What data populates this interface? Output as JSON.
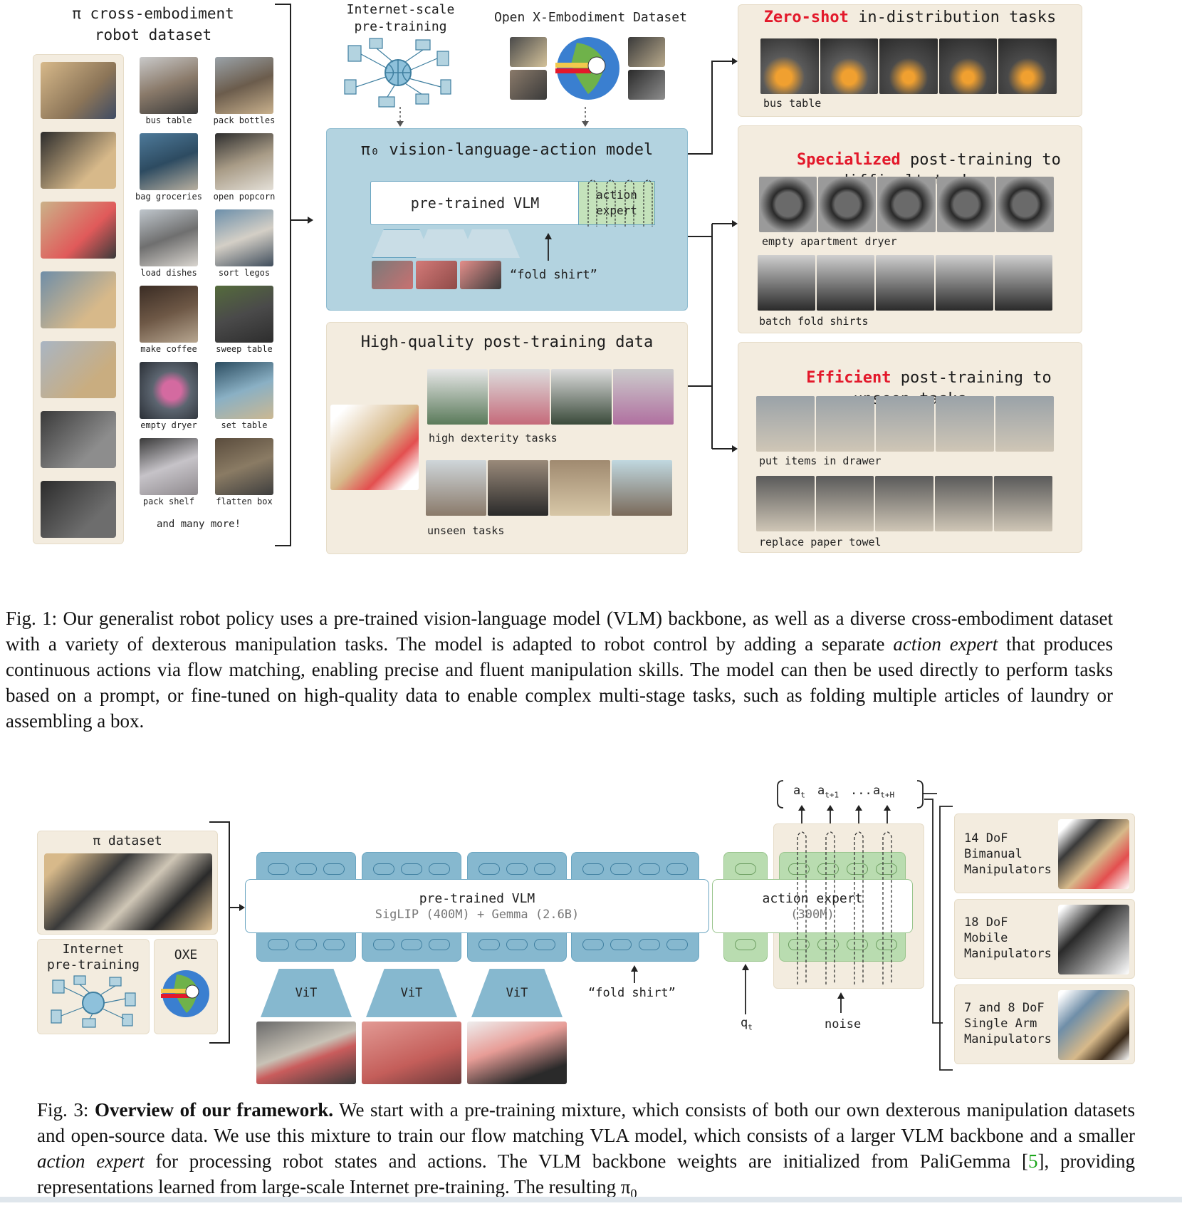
{
  "fig1": {
    "dataset_title": "π cross-embodiment\nrobot dataset",
    "internet_label": "Internet-scale\npre-training",
    "oxe_label": "Open X-Embodiment Dataset",
    "model_title": "π₀ vision-language-action model",
    "vlm_label": "pre-trained VLM",
    "action_expert_label": "action\nexpert",
    "fold_shirt": "“fold shirt”",
    "hq_title": "High-quality post-training data",
    "hq_row1": "high dexterity tasks",
    "hq_row2": "unseen tasks",
    "tasks": [
      {
        "label": "bus table"
      },
      {
        "label": "pack bottles"
      },
      {
        "label": "bag groceries"
      },
      {
        "label": "open popcorn"
      },
      {
        "label": "load dishes"
      },
      {
        "label": "sort legos"
      },
      {
        "label": "make coffee"
      },
      {
        "label": "sweep table"
      },
      {
        "label": "empty dryer"
      },
      {
        "label": "set table"
      },
      {
        "label": "pack shelf"
      },
      {
        "label": "flatten box"
      }
    ],
    "many_more": "and many more!",
    "zero_shot": {
      "highlight": "Zero-shot",
      "rest": " in-distribution tasks",
      "row": "bus table"
    },
    "specialized": {
      "highlight": "Specialized",
      "rest": " post-training to\ndifficult tasks",
      "row1": "empty apartment dryer",
      "row2": "batch fold shirts"
    },
    "efficient": {
      "highlight": "Efficient",
      "rest": " post-training to\nunseen tasks",
      "row1": "put items in drawer",
      "row2": "replace paper towel"
    },
    "caption_prefix": "Fig. 1: Our generalist robot policy uses a pre-trained vision-language model (VLM) backbone, as well as a diverse cross-embodiment dataset with a variety of dexterous manipulation tasks. The model is adapted to robot control by adding a separate ",
    "caption_italic": "action expert",
    "caption_suffix": " that produces continuous actions via flow matching, enabling precise and fluent manipulation skills. The model can then be used directly to perform tasks based on a prompt, or fine-tuned on high-quality data to enable complex multi-stage tasks, such as folding multiple articles of laundry or assembling a box."
  },
  "fig3": {
    "pi_dataset": "π dataset",
    "internet": "Internet\npre-training",
    "oxe": "OXE",
    "vlm_title": "pre-trained VLM",
    "vlm_sub": "SigLIP (400M) + Gemma (2.6B)",
    "ae_title": "action expert",
    "ae_sub": "(300M)",
    "vit": "ViT",
    "fold_shirt": "“fold shirt”",
    "qt": "q",
    "qt_sub": "t",
    "noise": "noise",
    "actions": [
      {
        "base": "a",
        "sub": "t"
      },
      {
        "base": "a",
        "sub": "t+1"
      },
      {
        "base": "...",
        "sub": ""
      },
      {
        "base": "a",
        "sub": "t+H"
      }
    ],
    "robots": [
      "14 DoF\nBimanual\nManipulators",
      "18 DoF\nMobile\nManipulators",
      "7 and 8 DoF\nSingle Arm\nManipulators"
    ],
    "caption_prefix": "Fig. 3: ",
    "caption_bold": "Overview of our framework.",
    "caption_a": " We start with a pre-training mixture, which consists of both our own dexterous manipulation datasets and open-source data. We use this mixture to train our flow matching VLA model, which consists of a larger VLM backbone and a smaller ",
    "caption_italic": "action expert",
    "caption_b": " for processing robot states and actions. The VLM backbone weights are initialized from PaliGemma [",
    "caption_ref": "5",
    "caption_c": "], providing representations learned from large-scale Internet pre-training. The resulting π",
    "caption_c_sub": "0"
  },
  "colors": {
    "accent_red": "#e3192b",
    "panel": "#f3ecdf",
    "blue": "#b3d3e0",
    "green": "#b9dcb0",
    "ref_green": "#1aa51a"
  }
}
